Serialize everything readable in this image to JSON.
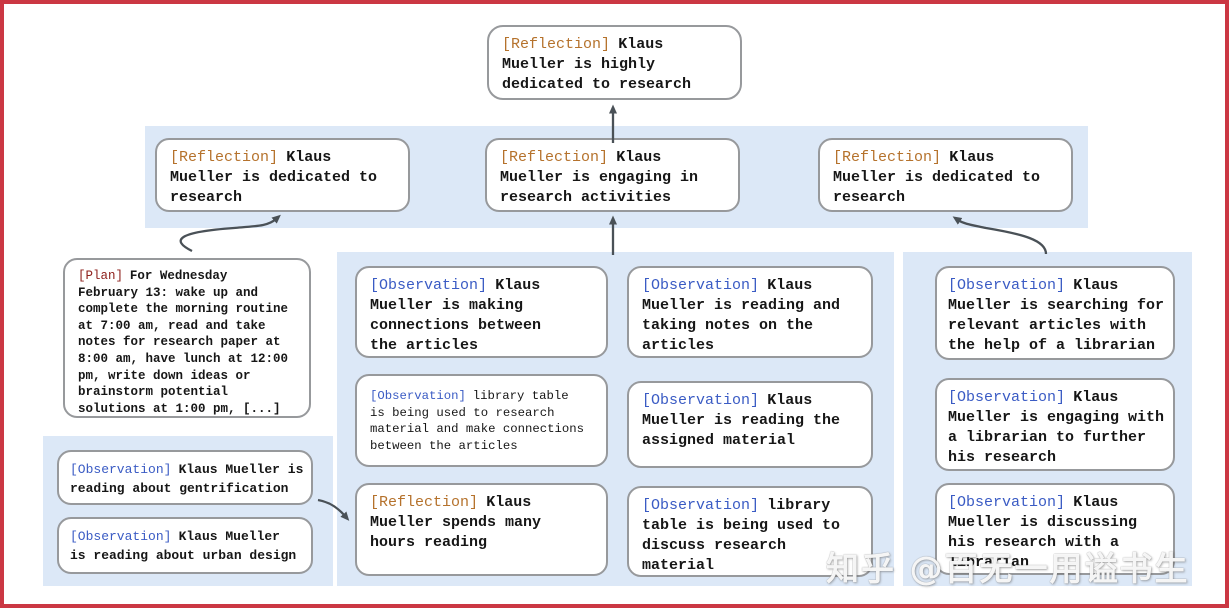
{
  "colors": {
    "frame_border": "#cb3743",
    "band_background": "#dce8f7",
    "node_border": "#97999c",
    "body_text": "#161616",
    "reflection_tag": "#b5722c",
    "observation_tag": "#3a5bc4",
    "plan_tag": "#8e201c",
    "arrow": "#4a5157"
  },
  "nodes": {
    "root": {
      "tag": "[Reflection]",
      "text": "Klaus\nMueller is highly\ndedicated to research"
    },
    "refl_left": {
      "tag": "[Reflection]",
      "text": "Klaus\nMueller is dedicated to\nresearch"
    },
    "refl_mid": {
      "tag": "[Reflection]",
      "text": "Klaus\nMueller is engaging in\nresearch activities"
    },
    "refl_right": {
      "tag": "[Reflection]",
      "text": "Klaus\nMueller is dedicated to\nresearch"
    },
    "plan": {
      "tag": "[Plan]",
      "text": "For Wednesday\nFebruary 13: wake up and\ncomplete the morning routine\nat 7:00 am, read and take\nnotes for research paper at\n8:00 am, have lunch at 12:00\npm, write down ideas or\nbrainstorm potential\nsolutions at 1:00 pm, [...]"
    },
    "obs_gentrification": {
      "tag": "[Observation]",
      "text": "Klaus Mueller is\nreading about gentrification"
    },
    "obs_urban_design": {
      "tag": "[Observation]",
      "text": "Klaus Mueller\nis reading about urban design"
    },
    "obs_connections": {
      "tag": "[Observation]",
      "text": "Klaus\nMueller is making\nconnections between\nthe articles"
    },
    "obs_library_research": {
      "tag": "[Observation]",
      "text": "library table\nis being used to research\nmaterial and make connections\nbetween the articles"
    },
    "refl_hours": {
      "tag": "[Reflection]",
      "text": "Klaus\nMueller spends many\nhours reading"
    },
    "obs_taking_notes": {
      "tag": "[Observation]",
      "text": "Klaus\nMueller is reading and\ntaking notes on the\narticles"
    },
    "obs_assigned": {
      "tag": "[Observation]",
      "text": "Klaus\nMueller is reading the\nassigned material"
    },
    "obs_library_discuss": {
      "tag": "[Observation]",
      "text": "library\ntable is being used to\ndiscuss research material"
    },
    "obs_searching": {
      "tag": "[Observation]",
      "text": "Klaus\nMueller is searching for\nrelevant articles with\nthe help of a librarian"
    },
    "obs_engaging": {
      "tag": "[Observation]",
      "text": "Klaus\nMueller is engaging with\na librarian to further\nhis research"
    },
    "obs_discussing": {
      "tag": "[Observation]",
      "text": "Klaus\nMueller is discussing\nhis research with a\nlibrarian"
    }
  },
  "watermark": {
    "text": "知乎 @百无一用谥书生"
  }
}
